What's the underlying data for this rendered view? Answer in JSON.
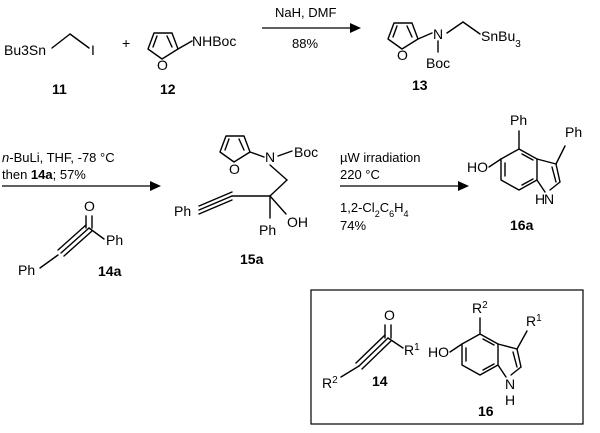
{
  "step1": {
    "reagent_11": {
      "sn": "Bu3Sn",
      "i": "I",
      "number": "11"
    },
    "plus": "+",
    "reagent_12": {
      "o": "O",
      "nhboc": "NHBoc",
      "number": "12"
    },
    "conditions": [
      "NaH, DMF",
      "88%"
    ],
    "product_13": {
      "o": "O",
      "n": "N",
      "boc": "Boc",
      "snbu3": "SnBu3",
      "number": "13"
    }
  },
  "step2": {
    "conditions": [
      "n-BuLi, THF, -78 °C",
      "then 14a; 57%"
    ],
    "reagent_14a": {
      "o": "O",
      "ph1": "Ph",
      "ph2": "Ph",
      "number": "14a"
    },
    "product_15a": {
      "o_furan": "O",
      "n": "N",
      "boc": "Boc",
      "ph_alkyne": "Ph",
      "ph": "Ph",
      "oh": "OH",
      "number": "15a"
    }
  },
  "step3": {
    "conditions_top": [
      "µW irradiation",
      "220 °C"
    ],
    "conditions_bottom": [
      "1,2-Cl2C6H4",
      "74%"
    ],
    "product_16a": {
      "ph_top": "Ph",
      "ph_right": "Ph",
      "ho": "HO",
      "nh_n": "N",
      "nh_h": "H",
      "number": "16a"
    }
  },
  "general_box": {
    "compound_14": {
      "o": "O",
      "r1": "R1",
      "r2": "R2",
      "number": "14"
    },
    "compound_16": {
      "ho": "HO",
      "r1": "R1",
      "r2": "R2",
      "nh_n": "N",
      "nh_h": "H",
      "number": "16"
    }
  }
}
